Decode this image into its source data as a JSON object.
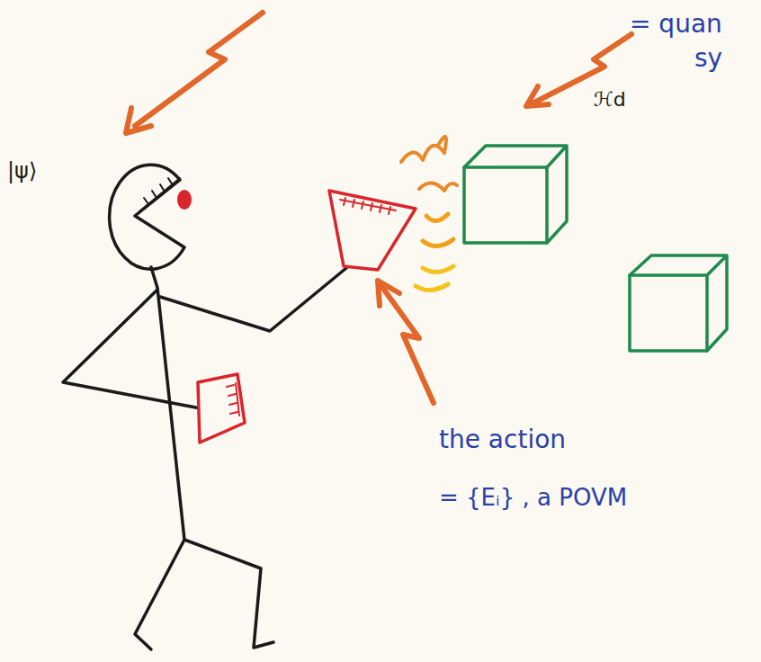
{
  "diagram": {
    "labels": [
      "|ψ⟩",
      "= quan",
      "sy",
      "ℋd",
      "the action",
      "= {Eᵢ} , a POVM"
    ]
  }
}
